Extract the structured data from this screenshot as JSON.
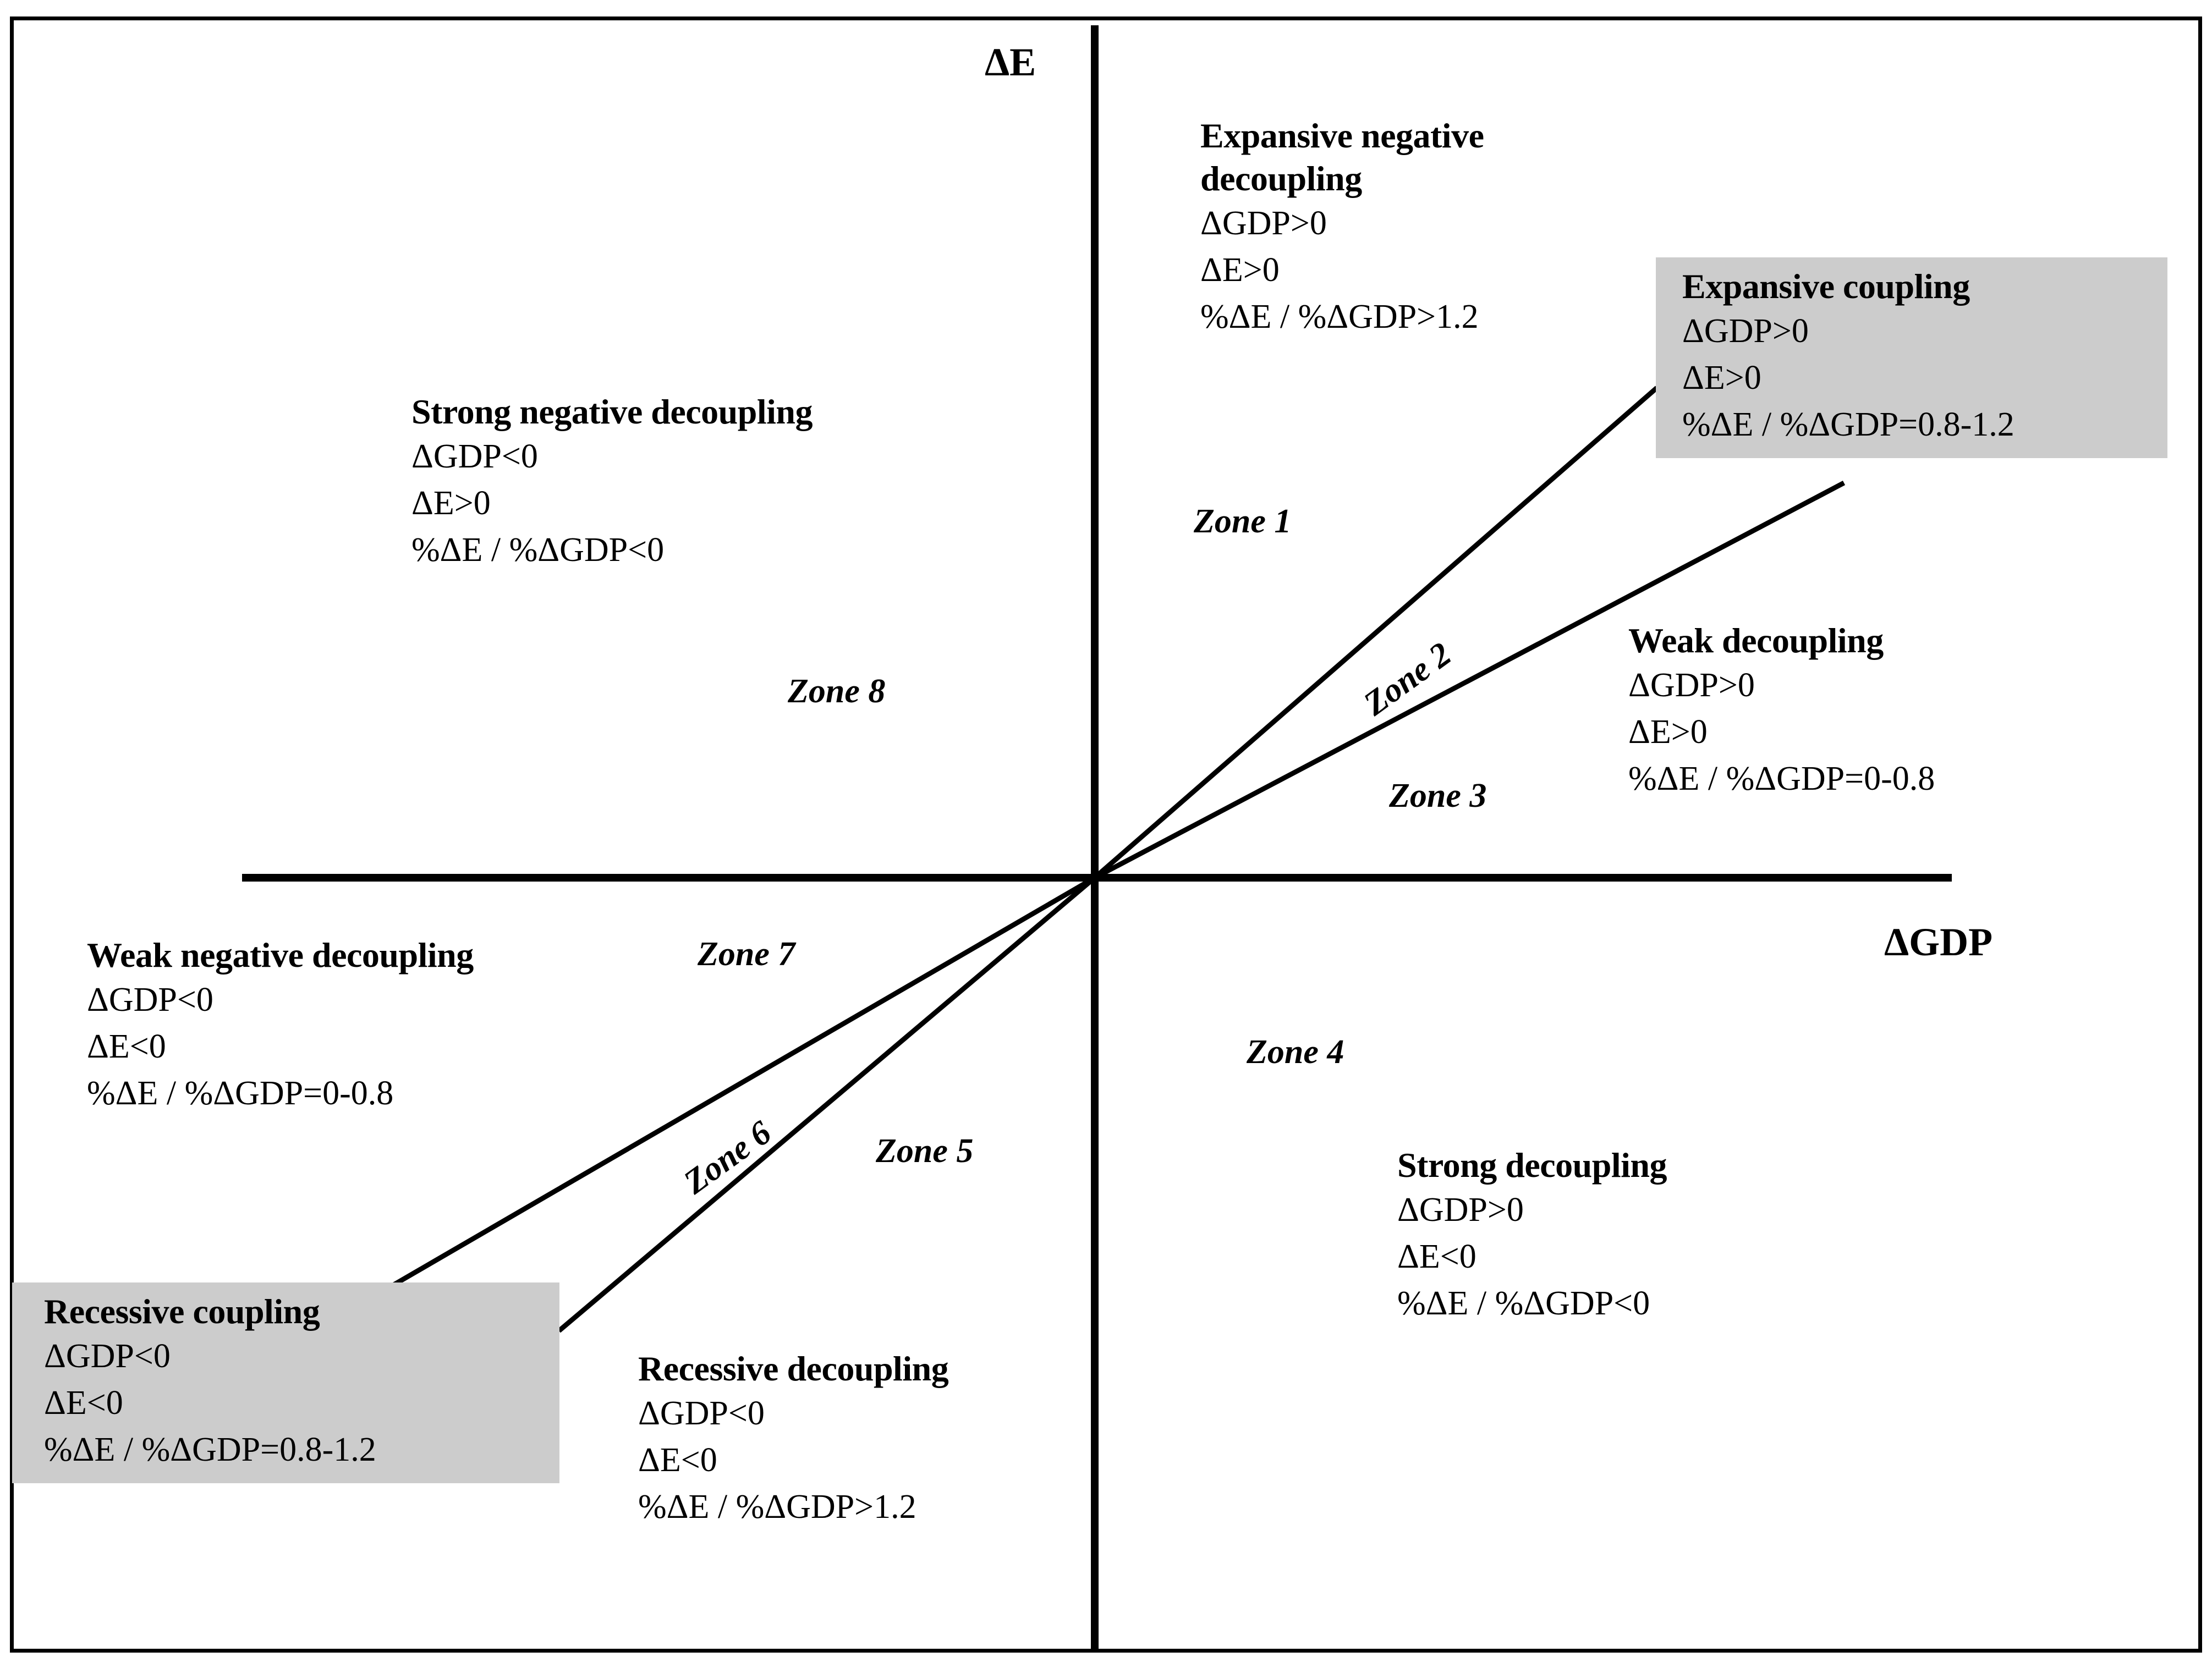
{
  "diagram": {
    "axes": {
      "y_label": "ΔE",
      "x_label": "ΔGDP"
    },
    "quadrant_blocks": [
      {
        "key": "expansive_negative_decoupling",
        "title": "Expansive negative",
        "title2": "decoupling",
        "line1": "ΔGDP>0",
        "line2": "ΔE>0",
        "line3": "%ΔE / %ΔGDP>1.2",
        "shaded": false
      },
      {
        "key": "expansive_coupling",
        "title": "Expansive coupling",
        "line1": "ΔGDP>0",
        "line2": "ΔE>0",
        "line3": "%ΔE / %ΔGDP=0.8-1.2",
        "shaded": true
      },
      {
        "key": "strong_negative_decoupling",
        "title": "Strong negative decoupling",
        "line1": "ΔGDP<0",
        "line2": "ΔE>0",
        "line3": "%ΔE / %ΔGDP<0",
        "shaded": false
      },
      {
        "key": "weak_decoupling",
        "title": "Weak decoupling",
        "line1": "ΔGDP>0",
        "line2": "ΔE>0",
        "line3": "%ΔE / %ΔGDP=0-0.8",
        "shaded": false
      },
      {
        "key": "weak_negative_decoupling",
        "title": "Weak negative decoupling",
        "line1": "ΔGDP<0",
        "line2": "ΔE<0",
        "line3": "%ΔE / %ΔGDP=0-0.8",
        "shaded": false
      },
      {
        "key": "strong_decoupling",
        "title": "Strong decoupling",
        "line1": "ΔGDP>0",
        "line2": "ΔE<0",
        "line3": "%ΔE / %ΔGDP<0",
        "shaded": false
      },
      {
        "key": "recessive_coupling",
        "title": "Recessive coupling",
        "line1": "ΔGDP<0",
        "line2": "ΔE<0",
        "line3": "%ΔE / %ΔGDP=0.8-1.2",
        "shaded": true
      },
      {
        "key": "recessive_decoupling",
        "title": "Recessive decoupling",
        "line1": "ΔGDP<0",
        "line2": "ΔE<0",
        "line3": "%ΔE / %ΔGDP>1.2",
        "shaded": false
      }
    ],
    "zones": [
      {
        "id": 1,
        "label": "Zone 1",
        "rotated": false
      },
      {
        "id": 2,
        "label": "Zone 2",
        "rotated": true
      },
      {
        "id": 3,
        "label": "Zone 3",
        "rotated": false
      },
      {
        "id": 4,
        "label": "Zone 4",
        "rotated": false
      },
      {
        "id": 5,
        "label": "Zone 5",
        "rotated": false
      },
      {
        "id": 6,
        "label": "Zone 6",
        "rotated": true
      },
      {
        "id": 7,
        "label": "Zone 7",
        "rotated": false
      },
      {
        "id": 8,
        "label": "Zone 8",
        "rotated": false
      }
    ],
    "colors": {
      "shaded_fill": "#cccccc",
      "stroke": "#000000",
      "background": "#ffffff"
    }
  },
  "chart_data": {
    "type": "diagram",
    "title": "Tapio decoupling elasticity zones",
    "xlabel": "ΔGDP",
    "ylabel": "ΔE",
    "boundary_slopes": [
      0.8,
      1.2
    ],
    "regions": [
      {
        "zone": 1,
        "name": "Expansive negative decoupling",
        "dGDP": ">0",
        "dE": ">0",
        "elasticity": ">1.2"
      },
      {
        "zone": 2,
        "name": "Expansive coupling",
        "dGDP": ">0",
        "dE": ">0",
        "elasticity": "0.8-1.2"
      },
      {
        "zone": 3,
        "name": "Weak decoupling",
        "dGDP": ">0",
        "dE": ">0",
        "elasticity": "0-0.8"
      },
      {
        "zone": 4,
        "name": "Strong decoupling",
        "dGDP": ">0",
        "dE": "<0",
        "elasticity": "<0"
      },
      {
        "zone": 5,
        "name": "Recessive decoupling",
        "dGDP": "<0",
        "dE": "<0",
        "elasticity": ">1.2"
      },
      {
        "zone": 6,
        "name": "Recessive coupling",
        "dGDP": "<0",
        "dE": "<0",
        "elasticity": "0.8-1.2"
      },
      {
        "zone": 7,
        "name": "Weak negative decoupling",
        "dGDP": "<0",
        "dE": "<0",
        "elasticity": "0-0.8"
      },
      {
        "zone": 8,
        "name": "Strong negative decoupling",
        "dGDP": "<0",
        "dE": ">0",
        "elasticity": "<0"
      }
    ]
  }
}
